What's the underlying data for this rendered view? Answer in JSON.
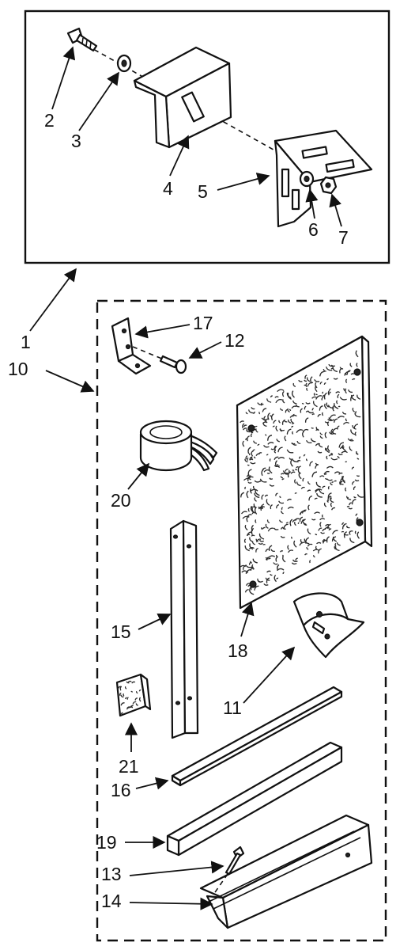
{
  "callouts": {
    "c1": "1",
    "c2": "2",
    "c3": "3",
    "c4": "4",
    "c5": "5",
    "c6": "6",
    "c7": "7",
    "c10": "10",
    "c11": "11",
    "c12": "12",
    "c13": "13",
    "c14": "14",
    "c15": "15",
    "c16": "16",
    "c17": "17",
    "c18": "18",
    "c19": "19",
    "c20": "20",
    "c21": "21"
  },
  "colors": {
    "ink": "#111111",
    "paper": "#ffffff"
  }
}
